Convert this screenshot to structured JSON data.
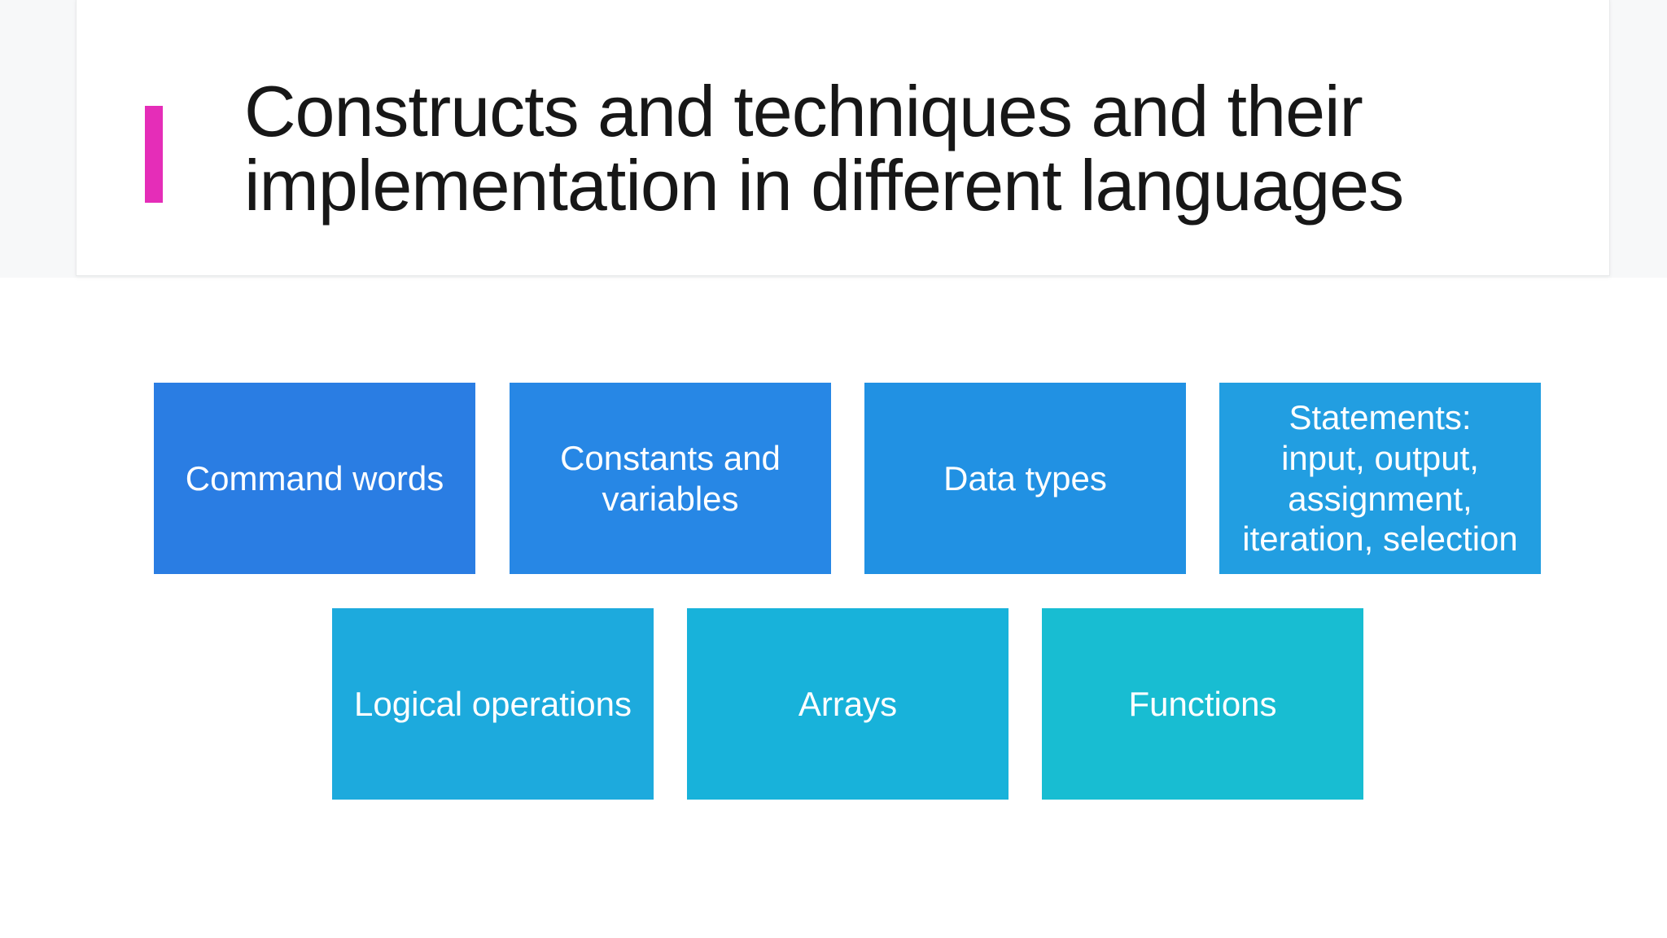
{
  "colors": {
    "page_band": "#f7f8f9",
    "card_background": "#ffffff",
    "card_border": "#e9eaeb",
    "accent_bar": "#e52db8",
    "title_text": "#171717",
    "box_text": "#ffffff"
  },
  "title": {
    "text": "Constructs and techniques and their\nimplementation in different languages"
  },
  "boxes": [
    {
      "label": "Command words",
      "color": "#2a7de3"
    },
    {
      "label": "Constants and\nvariables",
      "color": "#2787e5"
    },
    {
      "label": "Data types",
      "color": "#2191e3"
    },
    {
      "label": "Statements:\ninput, output,\nassignment,\niteration, selection",
      "color": "#229ee1"
    },
    {
      "label": "Logical operations",
      "color": "#1daadd"
    },
    {
      "label": "Arrays",
      "color": "#18b2da"
    },
    {
      "label": "Functions",
      "color": "#18bdd2"
    }
  ]
}
